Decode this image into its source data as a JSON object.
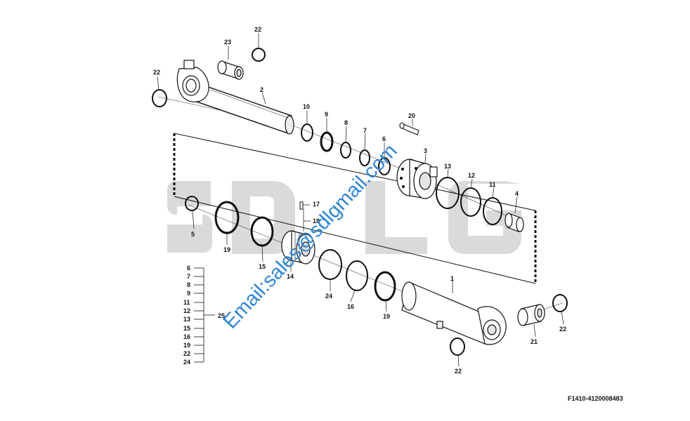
{
  "watermark": {
    "text": "SDLG",
    "color": "#d9d9d9"
  },
  "email": {
    "text": "Email:sales@sdlgmail.com",
    "color": "#2f86d6"
  },
  "figure_id": "F1410-4120008483",
  "parts": {
    "p1": "1",
    "p2": "2",
    "p3": "3",
    "p4": "4",
    "p5": "5",
    "p6": "6",
    "p7": "7",
    "p8": "8",
    "p9": "9",
    "p10": "10",
    "p11": "11",
    "p12": "12",
    "p13": "13",
    "p14": "14",
    "p15": "15",
    "p16": "16",
    "p17": "17",
    "p18": "18",
    "p19a": "19",
    "p19b": "19",
    "p20": "20",
    "p21": "21",
    "p22a": "22",
    "p22b": "22",
    "p22c": "22",
    "p22d": "22",
    "p23": "23",
    "p24": "24"
  },
  "kit": {
    "label": "25",
    "items": [
      "6",
      "7",
      "8",
      "9",
      "11",
      "12",
      "13",
      "15",
      "16",
      "19",
      "22",
      "24"
    ]
  }
}
